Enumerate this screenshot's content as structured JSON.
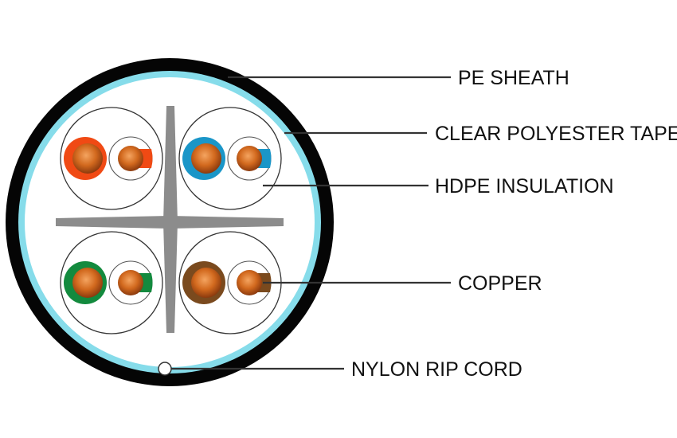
{
  "labels": {
    "pe_sheath": "PE SHEATH",
    "polyester_tape": "CLEAR POLYESTER TAPE",
    "hdpe_insulation": "HDPE INSULATION",
    "copper": "COPPER",
    "rip_cord": "NYLON RIP CORD"
  },
  "colors": {
    "sheath": "#050505",
    "tape": "#86dcea",
    "cross_filler": "#8c8c8c",
    "copper": "#d4701c",
    "pairs": [
      {
        "solid": "#f04a14",
        "stripe": "#f04a14"
      },
      {
        "solid": "#1a96c8",
        "stripe": "#1a96c8"
      },
      {
        "solid": "#138a3e",
        "stripe": "#138a3e"
      },
      {
        "solid": "#7a4a1e",
        "stripe": "#7a4a1e"
      }
    ]
  }
}
